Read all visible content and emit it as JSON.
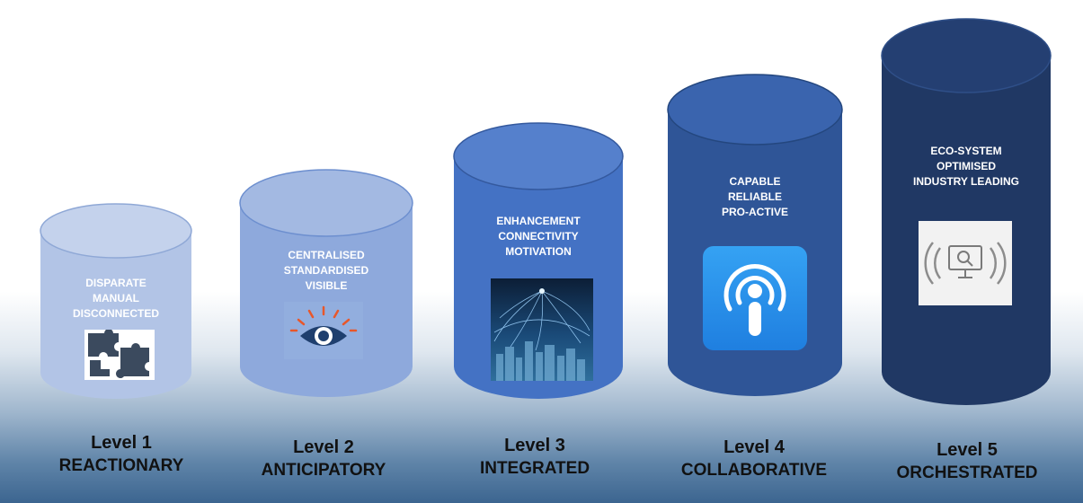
{
  "levels": [
    {
      "level_label": "Level 1",
      "name": "REACTIONARY",
      "lines": [
        "DISPARATE",
        "MANUAL",
        "DISCONNECTED"
      ],
      "icon": "puzzle-icon",
      "color": "#b2c4e6"
    },
    {
      "level_label": "Level 2",
      "name": "ANTICIPATORY",
      "lines": [
        "CENTRALISED",
        "STANDARDISED",
        "VISIBLE"
      ],
      "icon": "eye-icon",
      "color": "#8ea9dc"
    },
    {
      "level_label": "Level 3",
      "name": "INTEGRATED",
      "lines": [
        "ENHANCEMENT",
        "CONNECTIVITY",
        "MOTIVATION"
      ],
      "icon": "network-city-icon",
      "color": "#4472c4"
    },
    {
      "level_label": "Level 4",
      "name": "COLLABORATIVE",
      "lines": [
        "CAPABLE",
        "RELIABLE",
        "PRO-ACTIVE"
      ],
      "icon": "info-broadcast-icon",
      "color": "#2f5597"
    },
    {
      "level_label": "Level 5",
      "name": "ORCHESTRATED",
      "lines": [
        "ECO-SYSTEM",
        "OPTIMISED",
        "INDUSTRY LEADING"
      ],
      "icon": "monitor-search-icon",
      "color": "#203864"
    }
  ]
}
